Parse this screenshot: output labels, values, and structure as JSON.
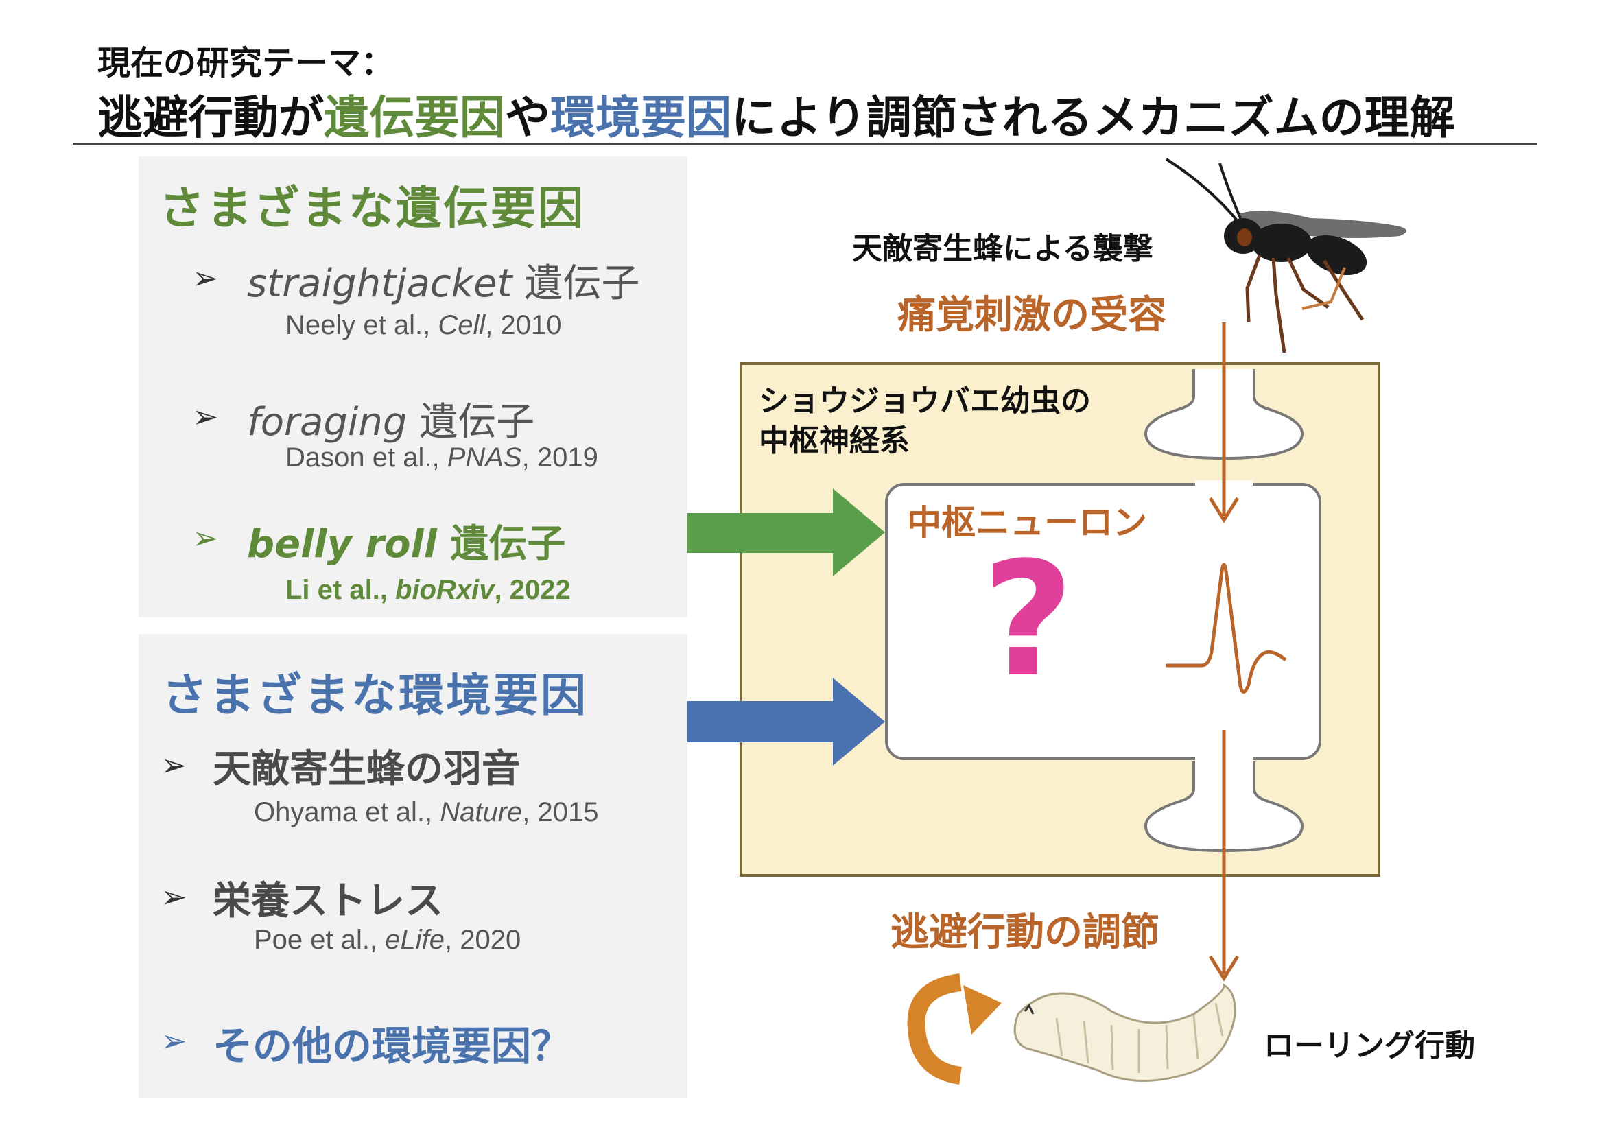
{
  "title": {
    "sub": "現在の研究テーマ：",
    "main_part1": "逃避行動が",
    "main_genetic": "遺伝要因",
    "main_part2": "や",
    "main_env": "環境要因",
    "main_part3": "により調節されるメカニズムの理解"
  },
  "genetic_panel": {
    "heading": "さまざまな遺伝要因",
    "items": [
      {
        "gene": "straightjacket",
        "suffix": " 遺伝子",
        "ref_authors": "Neely et al., ",
        "ref_journal": "Cell",
        "ref_year": ", 2010"
      },
      {
        "gene": "foraging",
        "suffix": " 遺伝子",
        "ref_authors": "Dason et al., ",
        "ref_journal": "PNAS",
        "ref_year": ", 2019"
      },
      {
        "gene": "belly roll",
        "suffix": " 遺伝子",
        "ref_authors": "Li et al., ",
        "ref_journal": "bioRxiv",
        "ref_year": ", 2022"
      }
    ]
  },
  "env_panel": {
    "heading": "さまざまな環境要因",
    "items": [
      {
        "label": "天敵寄生蜂の羽音",
        "ref_authors": "Ohyama et al., ",
        "ref_journal": "Nature",
        "ref_year": ", 2015"
      },
      {
        "label": "栄養ストレス",
        "ref_authors": "Poe et al., ",
        "ref_journal": "eLife",
        "ref_year": ", 2020"
      }
    ],
    "other": "その他の環境要因？"
  },
  "bullet_glyph": "➢",
  "diagram": {
    "attack_label": "天敵寄生蜂による襲撃",
    "nociception_label": "痛覚刺激の受容",
    "cns_label_line1": "ショウジョウバエ幼虫の",
    "cns_label_line2": "中枢神経系",
    "neuron_label": "中枢ニューロン",
    "question_mark": "?",
    "modulation_label": "逃避行動の調節",
    "rolling_label": "ローリング行動"
  },
  "colors": {
    "genetic_green": "#5e8a3a",
    "arrow_green": "#5a9e4b",
    "env_blue": "#4a73ad",
    "arrow_blue": "#4a72b0",
    "orange_brown": "#b9652a",
    "magenta": "#e0409a",
    "cns_fill": "#fbf0cd",
    "cns_border": "#7a6a3a"
  },
  "icons": [
    "wasp-icon",
    "larva-icon",
    "rolling-arrow-icon",
    "spike-waveform-icon"
  ]
}
